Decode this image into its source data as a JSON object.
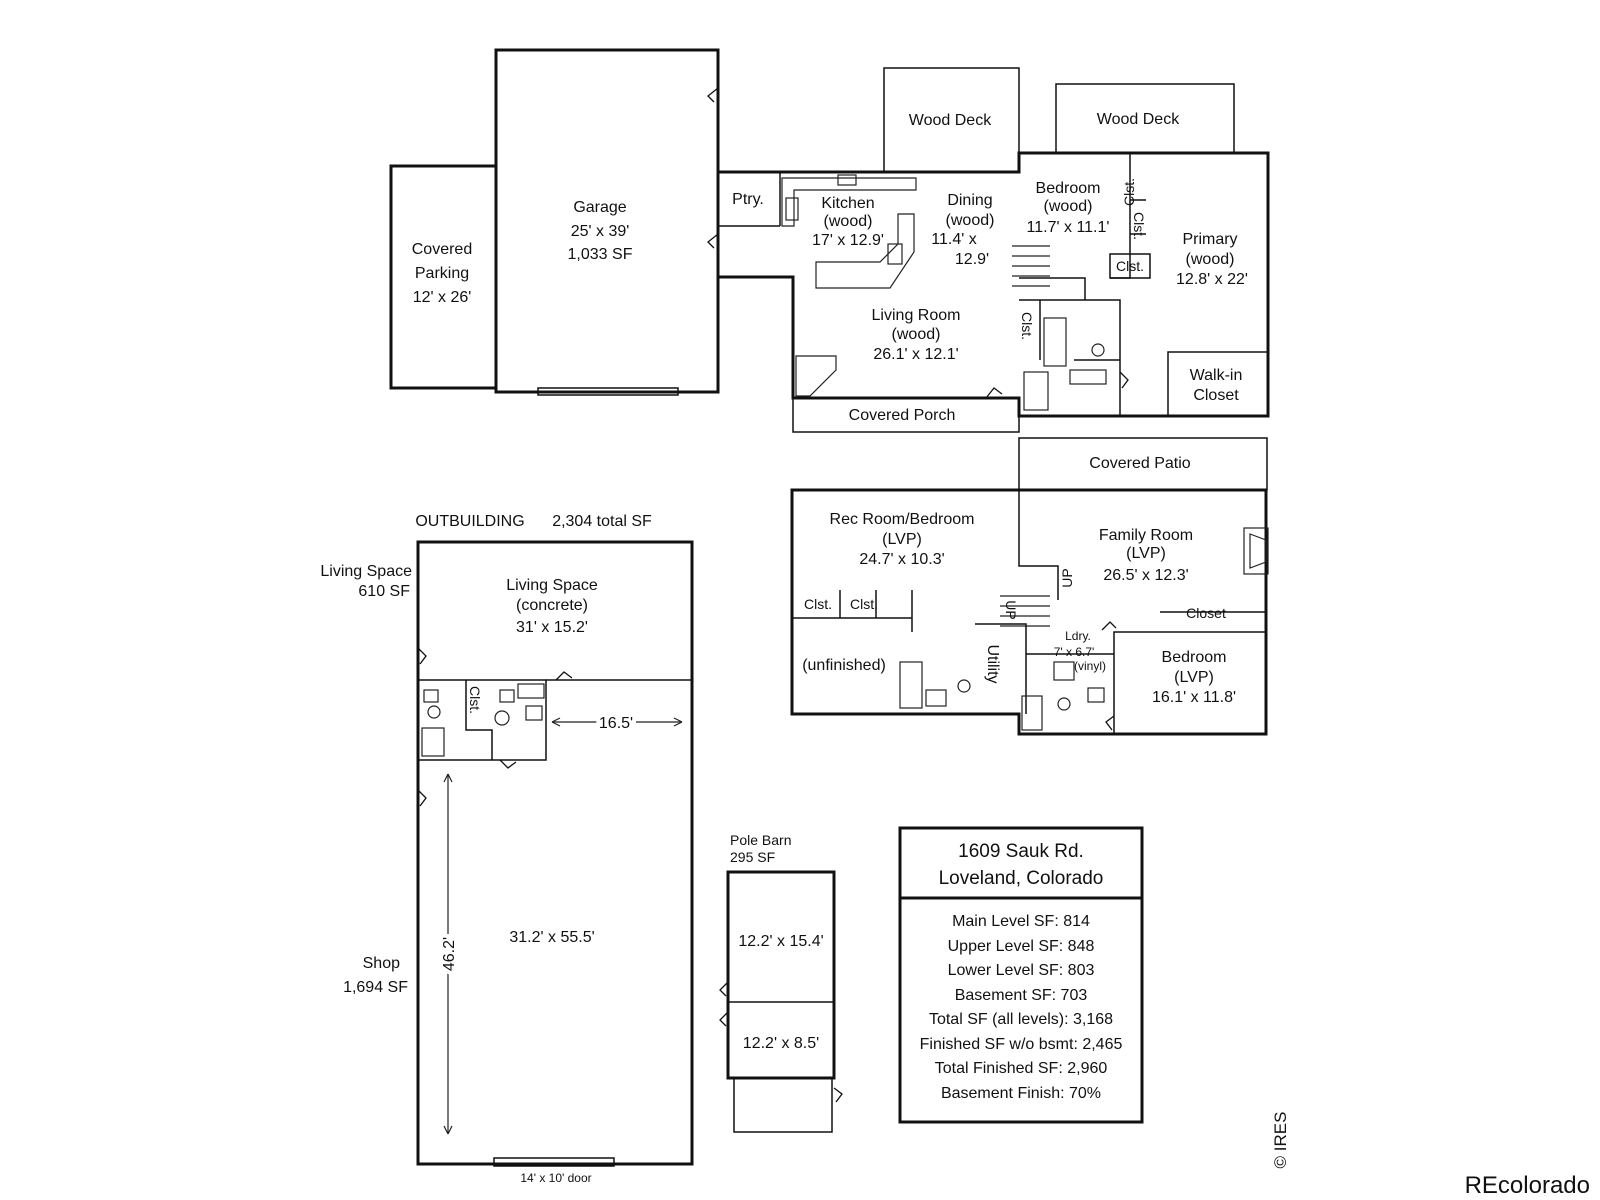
{
  "upper": {
    "garage": {
      "name": "Garage",
      "dims": "25' x 39'",
      "area": "1,033 SF"
    },
    "covered_parking": {
      "name1": "Covered",
      "name2": "Parking",
      "dims": "12' x 26'"
    },
    "pantry": "Ptry.",
    "kitchen": {
      "name": "Kitchen",
      "floor": "(wood)",
      "dims": "17' x 12.9'"
    },
    "dining": {
      "name": "Dining",
      "floor": "(wood)",
      "dims1": "11.4' x",
      "dims2": "12.9'"
    },
    "living_room": {
      "name": "Living Room",
      "floor": "(wood)",
      "dims": "26.1' x 12.1'"
    },
    "covered_porch": "Covered Porch",
    "wood_deck_1": "Wood Deck",
    "wood_deck_2": "Wood Deck",
    "bedroom": {
      "name": "Bedroom",
      "floor": "(wood)",
      "dims": "11.7' x 11.1'"
    },
    "primary": {
      "name": "Primary",
      "floor": "(wood)",
      "dims": "12.8' x 22'"
    },
    "walk_in_closet": {
      "name1": "Walk-in",
      "name2": "Closet"
    },
    "closet_label": "Clst."
  },
  "lower": {
    "covered_patio": "Covered Patio",
    "rec_room": {
      "name": "Rec Room/Bedroom",
      "floor": "(LVP)",
      "dims": "24.7' x 10.3'"
    },
    "family_room": {
      "name": "Family Room",
      "floor": "(LVP)",
      "dims": "26.5' x 12.3'"
    },
    "closet_a": "Clst.",
    "closet_b": "Clst.",
    "closet_long": "Closet",
    "unfinished": "(unfinished)",
    "utility": "Utility",
    "laundry": {
      "name": "Ldry.",
      "dims": "7' x 6.7'",
      "floor": "(vinyl)"
    },
    "bedroom": {
      "name": "Bedroom",
      "floor": "(LVP)",
      "dims": "16.1' x 11.8'"
    },
    "up_label": "UP"
  },
  "outbuilding": {
    "header": {
      "title": "OUTBUILDING",
      "total": "2,304 total SF"
    },
    "living_space_side": {
      "name": "Living Space",
      "area": "610 SF"
    },
    "living_space": {
      "name": "Living Space",
      "floor": "(concrete)",
      "dims": "31' x 15.2'"
    },
    "closet": "Clst.",
    "dim_width": "16.5'",
    "dim_height": "46.2'",
    "shop_dims": "31.2' x 55.5'",
    "shop_side": {
      "name": "Shop",
      "area": "1,694 SF"
    },
    "door_label": "14' x 10' door"
  },
  "pole_barn": {
    "name": "Pole Barn",
    "area": "295 SF",
    "room1": "12.2' x 15.4'",
    "room2": "12.2' x 8.5'"
  },
  "info_box": {
    "address1": "1609 Sauk Rd.",
    "address2": "Loveland, Colorado",
    "lines": [
      "Main Level SF: 814",
      "Upper Level SF: 848",
      "Lower Level SF: 803",
      "Basement SF: 703",
      "Total SF (all levels): 3,168",
      "Finished SF w/o bsmt: 2,465",
      "Total Finished SF: 2,960",
      "Basement Finish: 70%"
    ]
  },
  "watermarks": {
    "ires": "© IRES",
    "recolorado": "REcolorado"
  }
}
